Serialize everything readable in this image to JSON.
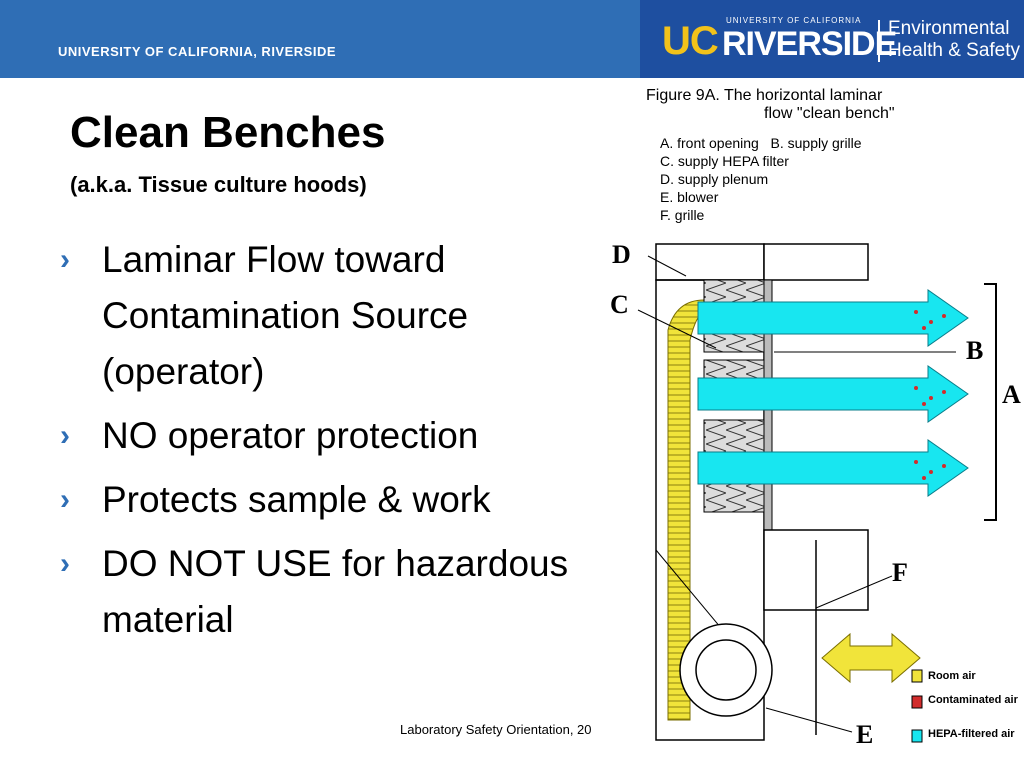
{
  "header": {
    "university_name": "UNIVERSITY OF CALIFORNIA, RIVERSIDE",
    "logo_uc": "UC",
    "logo_riverside": "RIVERSIDE",
    "logo_small": "UNIVERSITY OF CALIFORNIA",
    "logo_ehs_line1": "Environmental",
    "logo_ehs_line2": "Health & Safety",
    "band_color": "#2f6eb5"
  },
  "slide": {
    "title": "Clean Benches",
    "subtitle": "(a.k.a. Tissue culture hoods)",
    "bullets": [
      "Laminar Flow toward Contamination Source (operator)",
      "NO operator protection",
      "Protects sample & work",
      "DO NOT USE for hazardous material"
    ],
    "bullet_icon": "chevron-right-icon",
    "footer": "Laboratory Safety Orientation, 20"
  },
  "figure": {
    "caption_line1": "Figure 9A. The horizontal laminar",
    "caption_line2": "flow \"clean bench\"",
    "legend": [
      "A. front opening   B. supply grille",
      "C. supply HEPA filter",
      "D. supply plenum",
      "E. blower",
      "F. grille"
    ],
    "labels": {
      "a": "A",
      "b": "B",
      "c": "C",
      "d": "D",
      "e": "E",
      "f": "F"
    },
    "key": {
      "room_air": "Room air",
      "contaminated_air": "Contaminated air",
      "hepa_air": "HEPA-filtered air"
    },
    "colors": {
      "room_air": "#f1e43a",
      "contaminated_air": "#d22c2c",
      "hepa_air": "#18e6f0"
    }
  }
}
